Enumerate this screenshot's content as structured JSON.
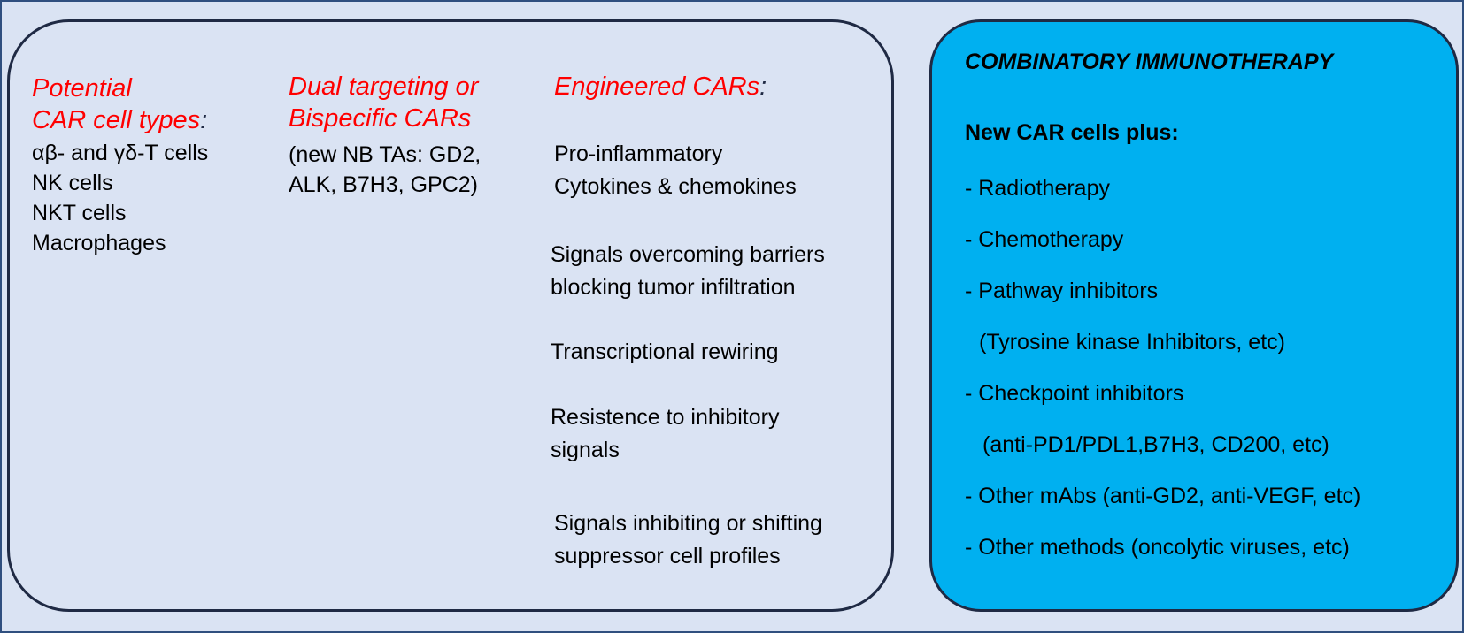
{
  "left_panel": {
    "col1": {
      "heading_line1": "Potential",
      "heading_line2": "CAR cell types",
      "heading_suffix": ":",
      "items": [
        "αβ- and γδ-T cells",
        "NK cells",
        "NKT cells",
        "Macrophages"
      ]
    },
    "col2": {
      "heading_line1": "Dual targeting or",
      "heading_line2": "Bispecific CARs",
      "body_line1": "(new NB TAs: GD2,",
      "body_line2": "ALK, B7H3, GPC2)"
    },
    "col3": {
      "heading": "Engineered CARs",
      "heading_suffix": ":",
      "features": [
        {
          "line1": "Pro-inflammatory",
          "line2": "Cytokines & chemokines"
        },
        {
          "line1": "Signals overcoming barriers",
          "line2": "blocking  tumor infiltration"
        },
        {
          "line1": "Transcriptional  rewiring",
          "line2": ""
        },
        {
          "line1": "Resistence to inhibitory",
          "line2": "signals"
        },
        {
          "line1": "Signals inhibiting or shifting",
          "line2": "suppressor cell profiles"
        }
      ]
    }
  },
  "right_panel": {
    "title": "COMBINATORY IMMUNOTHERAPY",
    "subtitle": "New CAR cells plus:",
    "items": [
      "- Radiotherapy",
      "- Chemotherapy",
      "- Pathway inhibitors",
      "(Tyrosine kinase Inhibitors, etc)",
      "- Checkpoint inhibitors",
      "(anti-PD1/PDL1,B7H3,  CD200, etc)",
      "- Other mAbs (anti-GD2, anti-VEGF, etc)",
      "- Other methods (oncolytic viruses, etc)"
    ]
  },
  "colors": {
    "background": "#dae3f3",
    "accent_red": "#ff0000",
    "right_box_fill": "#00b0f0",
    "outline": "#1f2a44"
  }
}
